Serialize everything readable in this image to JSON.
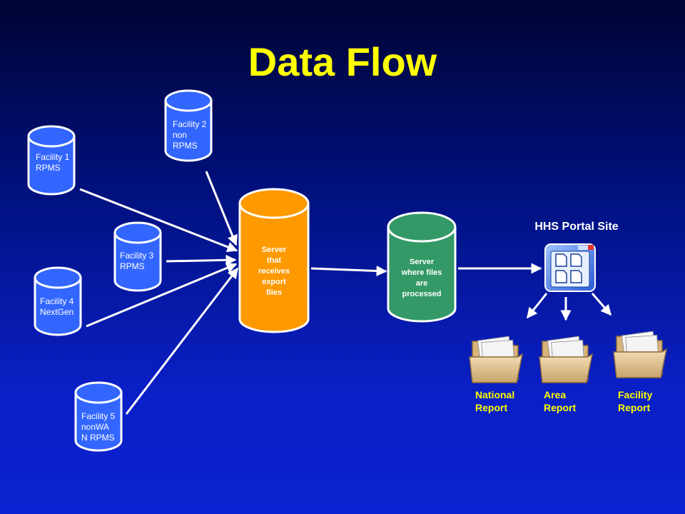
{
  "title": "Data Flow",
  "facilities": [
    {
      "id": "f1",
      "label": "Facility 1\nRPMS"
    },
    {
      "id": "f2",
      "label": "Facility 2\nnon\nRPMS"
    },
    {
      "id": "f3",
      "label": "Facility 3\nRPMS"
    },
    {
      "id": "f4",
      "label": "Facility 4\nNextGen"
    },
    {
      "id": "f5",
      "label": "Facility 5\nnonWA\nN RPMS"
    }
  ],
  "servers": {
    "receive": {
      "label": "Server\nthat\nreceives\nexport\nfiles",
      "color": "#ff9900"
    },
    "process": {
      "label": "Server\nwhere files\nare\nprocessed",
      "color": "#339966"
    }
  },
  "portal": {
    "title": "HHS Portal Site"
  },
  "reports": [
    {
      "label": "National\nReport"
    },
    {
      "label": "Area\nReport"
    },
    {
      "label": "Facility\nReport"
    }
  ],
  "colors": {
    "facility": "#3366ff",
    "title": "#ffff00",
    "report_label": "#ffff00"
  }
}
